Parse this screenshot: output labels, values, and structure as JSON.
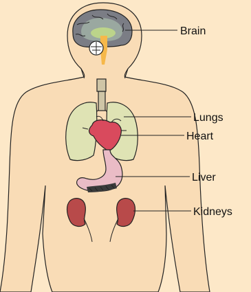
{
  "colors": {
    "background": "#fde8c8",
    "skin": "#f9dcb6",
    "brain_outer": "#7b7d85",
    "brain_inner": "#9aa8a0",
    "brain_core": "#bcd48a",
    "spinal_cord": "#f6b84a",
    "lungs": "#dfe3b4",
    "trachea": "#cfc5a6",
    "heart": "#d94a5d",
    "stomach": "#eabcc6",
    "liver": "#3a3a3a",
    "kidneys": "#b84a4a"
  },
  "labels": {
    "brain": "Brain",
    "lungs": "Lungs",
    "heart": "Heart",
    "liver": "Liver",
    "kidneys": "Kidneys"
  }
}
